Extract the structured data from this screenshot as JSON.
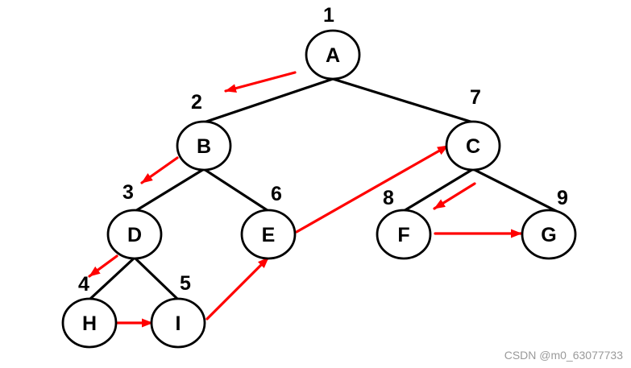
{
  "nodes": [
    {
      "label": "A",
      "order": "1"
    },
    {
      "label": "B",
      "order": "2"
    },
    {
      "label": "C",
      "order": "7"
    },
    {
      "label": "D",
      "order": "3"
    },
    {
      "label": "E",
      "order": "6"
    },
    {
      "label": "F",
      "order": "8"
    },
    {
      "label": "G",
      "order": "9"
    },
    {
      "label": "H",
      "order": "4"
    },
    {
      "label": "I",
      "order": "5"
    }
  ],
  "watermark": "CSDN @m0_63077733",
  "colors": {
    "edge": "#000000",
    "arrow": "#ff0000",
    "watermark": "#9a9a9a"
  }
}
